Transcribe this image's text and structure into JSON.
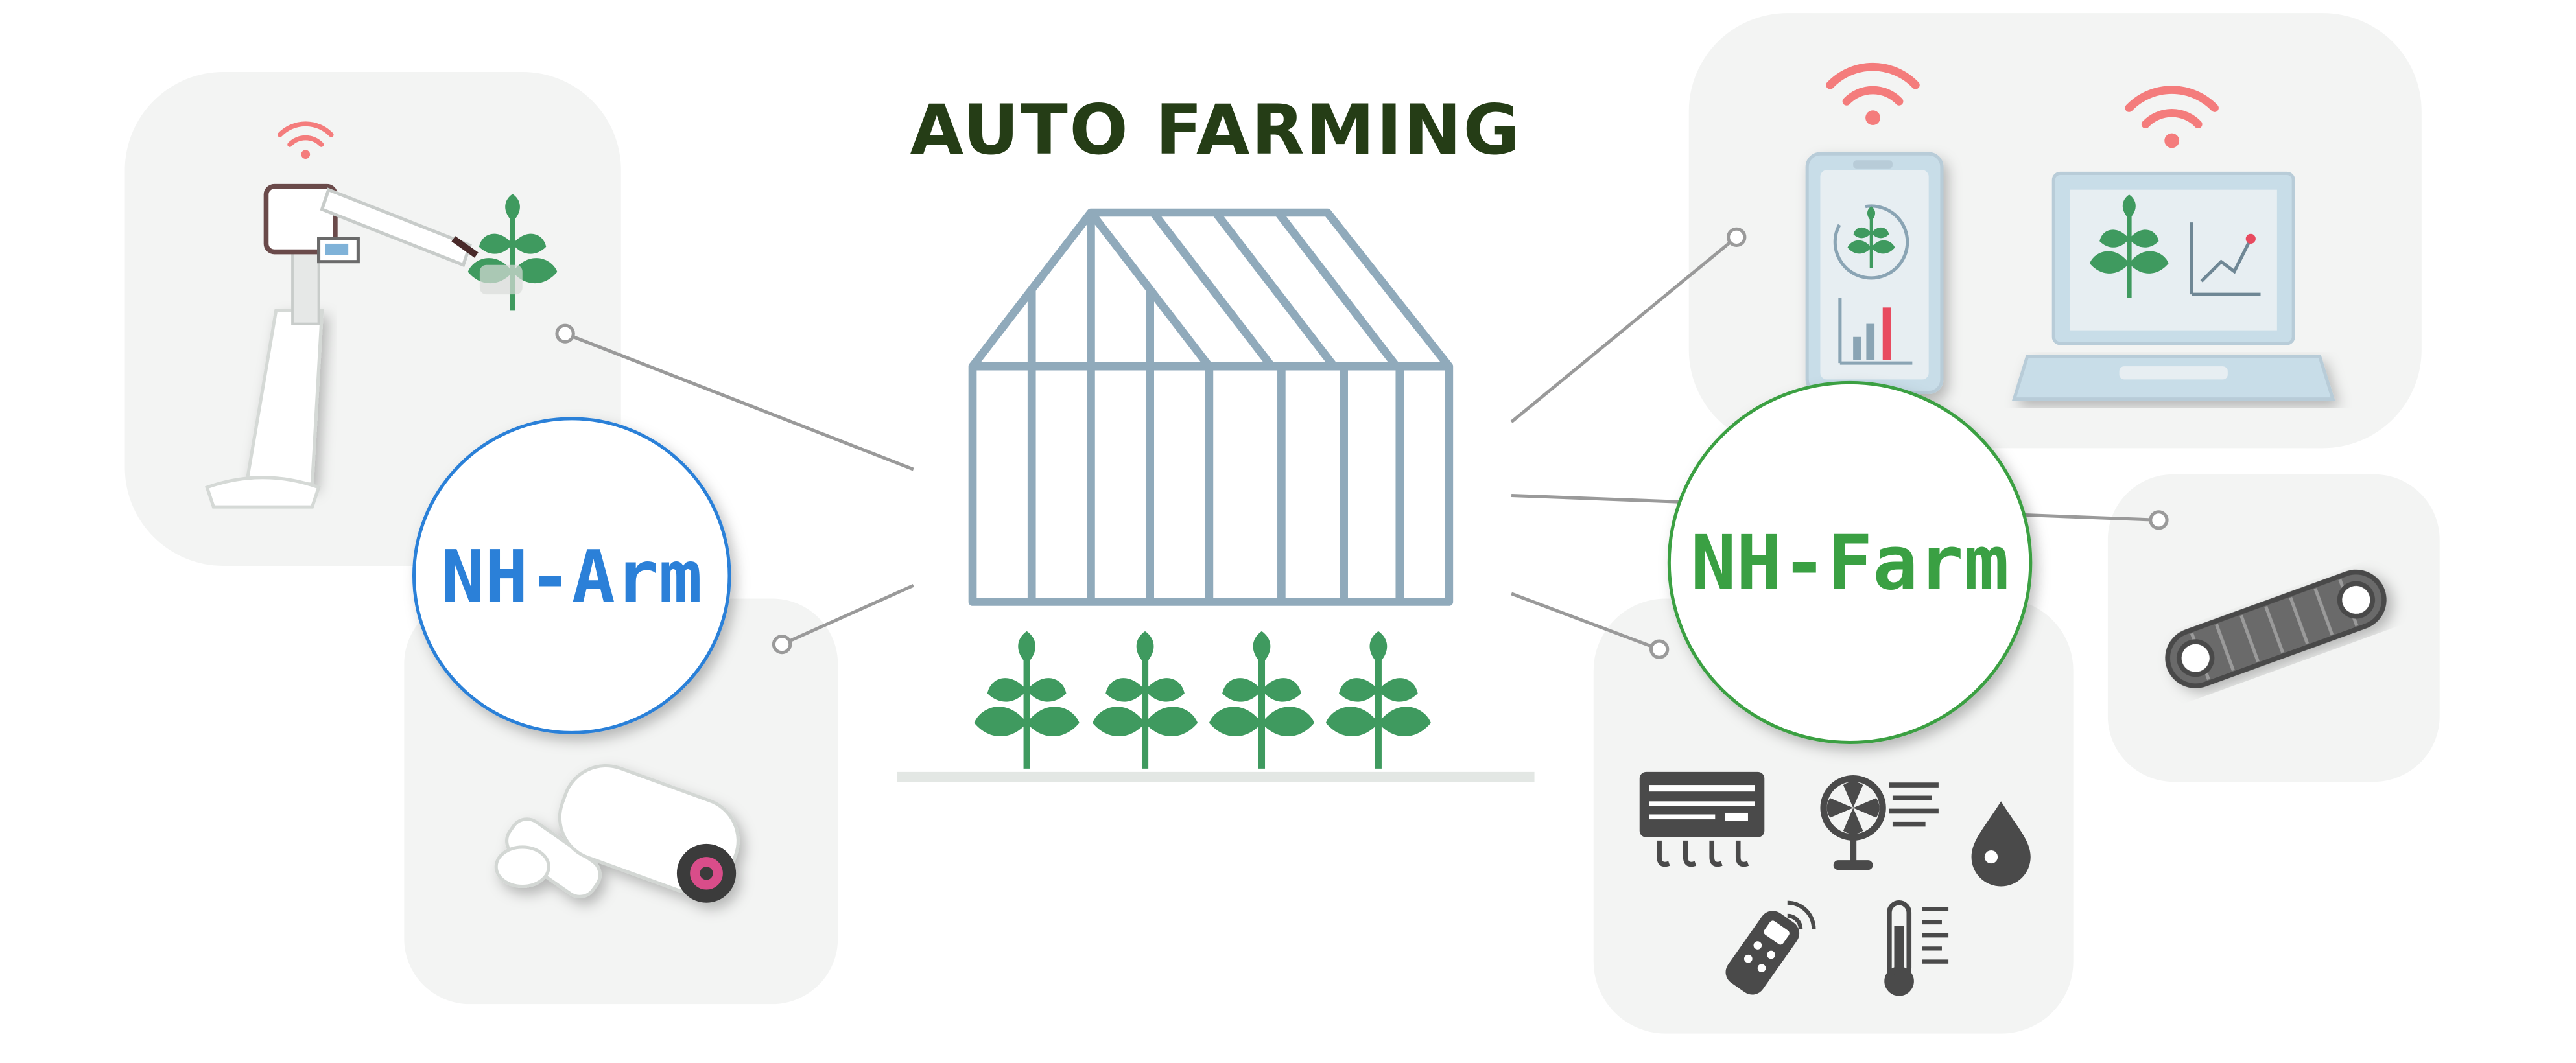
{
  "title": "AUTO FARMING",
  "arm_label": "NH-Arm",
  "farm_label": "NH-Farm",
  "colors": {
    "title_dark": "#253d16",
    "title_accent": "#5f8a2e",
    "greenhouse": "#90aabb",
    "plant_green": "#3f9a5f",
    "arm_blue": "#2b80d8",
    "farm_green": "#3aa043",
    "wifi_pink": "#f47c7c",
    "card_bg": "#f3f4f3",
    "connector": "#9a9a9a",
    "device_dark": "#4a4a4a"
  },
  "icons": [
    "robot-arm-icon",
    "camera-icon",
    "smartphone-icon",
    "laptop-icon",
    "conveyor-belt-icon",
    "air-conditioner-icon",
    "fan-icon",
    "water-drop-icon",
    "remote-control-icon",
    "thermometer-icon",
    "greenhouse-icon",
    "plant-icon",
    "wifi-icon"
  ]
}
